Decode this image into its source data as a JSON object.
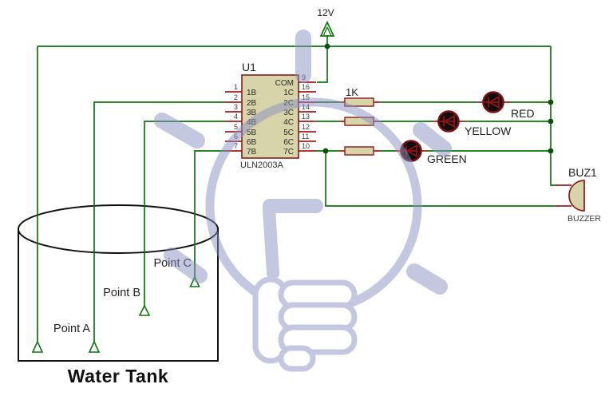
{
  "power": {
    "label": "12V"
  },
  "ic": {
    "ref": "U1",
    "part": "ULN2003A",
    "left_pins": [
      {
        "num": "1",
        "label": "1B"
      },
      {
        "num": "2",
        "label": "2B"
      },
      {
        "num": "3",
        "label": "3B"
      },
      {
        "num": "4",
        "label": "4B"
      },
      {
        "num": "5",
        "label": "5B"
      },
      {
        "num": "6",
        "label": "6B"
      },
      {
        "num": "7",
        "label": "7B"
      }
    ],
    "right_pins": [
      {
        "num": "9",
        "label": "COM"
      },
      {
        "num": "16",
        "label": "1C"
      },
      {
        "num": "15",
        "label": "2C"
      },
      {
        "num": "14",
        "label": "3C"
      },
      {
        "num": "13",
        "label": "4C"
      },
      {
        "num": "12",
        "label": "5C"
      },
      {
        "num": "11",
        "label": "6C"
      },
      {
        "num": "10",
        "label": "7C"
      }
    ]
  },
  "resistors": {
    "value_label": "1K"
  },
  "leds": [
    {
      "label": "RED"
    },
    {
      "label": "YELLOW"
    },
    {
      "label": "GREEN"
    }
  ],
  "buzzer": {
    "ref": "BUZ1",
    "label": "BUZZER"
  },
  "tank": {
    "label": "Water Tank",
    "probe_labels": [
      "Point A",
      "Point B",
      "Point C"
    ]
  },
  "colors": {
    "wire_green": "#0a770a",
    "lead_red": "#a21c1c",
    "component_fill": "#d7d4aa",
    "component_border": "#8b1a1a",
    "watermark": "#8890c0"
  }
}
